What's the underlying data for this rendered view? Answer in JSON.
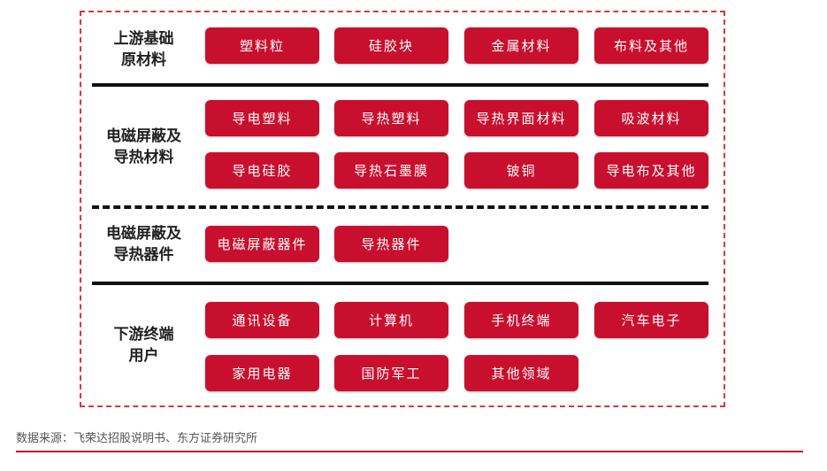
{
  "rows": [
    {
      "label_lines": [
        "上游基础",
        "原材料"
      ],
      "items": [
        "塑料粒",
        "硅胶块",
        "金属材料",
        "布料及其他"
      ]
    },
    {
      "label_lines": [
        "电磁屏蔽及",
        "导热材料"
      ],
      "items": [
        "导电塑料",
        "导热塑料",
        "导热界面材料",
        "吸波材料",
        "导电硅胶",
        "导热石墨膜",
        "铍铜",
        "导电布及其他"
      ]
    },
    {
      "label_lines": [
        "电磁屏蔽及",
        "导热器件"
      ],
      "items": [
        "电磁屏蔽器件",
        "导热器件"
      ]
    },
    {
      "label_lines": [
        "下游终端",
        "用户"
      ],
      "items": [
        "通讯设备",
        "计算机",
        "手机终端",
        "汽车电子",
        "家用电器",
        "国防军工",
        "其他领域"
      ]
    }
  ],
  "source": "数据来源：飞荣达招股说明书、东方证券研究所",
  "colors": {
    "accent": "#c8102e",
    "frame": "#d9363e",
    "divider": "#111111"
  }
}
